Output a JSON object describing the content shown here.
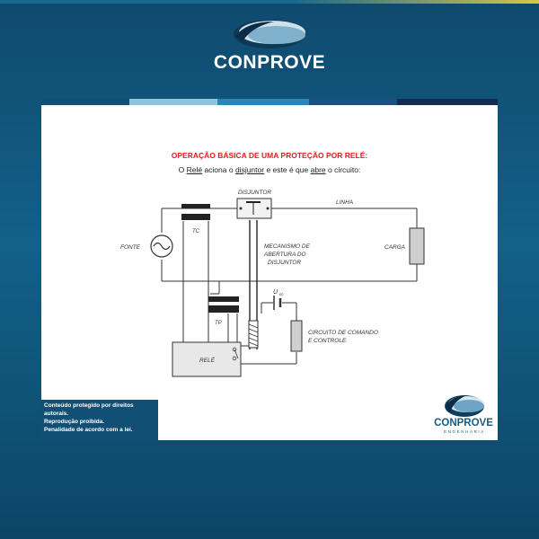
{
  "header": {
    "brand": "CONPROVE"
  },
  "slide": {
    "title": "OPERAÇÃO BÁSICA DE UMA PROTEÇÃO POR RELÉ:",
    "subtitle": {
      "p1": "O ",
      "rele": "Relé",
      "p2": " aciona o ",
      "disjuntor": "disjuntor",
      "p3": " e este é que ",
      "abre": "abre",
      "p4": " o circuito:"
    }
  },
  "diagram": {
    "disjuntor": "DISJUNTOR",
    "linha": "LINHA",
    "fonte": "FONTE",
    "tc": "TC",
    "tp": "TP",
    "carga": "CARGA",
    "mecanismo_l1": "MECANISMO DE",
    "mecanismo_l2": "ABERTURA DO",
    "mecanismo_l3": "DISJUNTOR",
    "ucc": "U",
    "ucc_sub": "cc",
    "circuito_l1": "CIRCUITO DE COMANDO",
    "circuito_l2": "E CONTROLE",
    "rele": "RELÉ"
  },
  "notice": {
    "l1": "Conteúdo protegido por direitos",
    "l2": "autorais.",
    "l3": "Reprodução proibida.",
    "l4": "Penalidade de acordo com a lei."
  },
  "footer_logo": {
    "brand": "CONPROVE",
    "sub": "ENGENHARIA"
  },
  "colors": {
    "title_red": "#e0201a",
    "brand_blue": "#1a5b86",
    "background": "#136089"
  }
}
